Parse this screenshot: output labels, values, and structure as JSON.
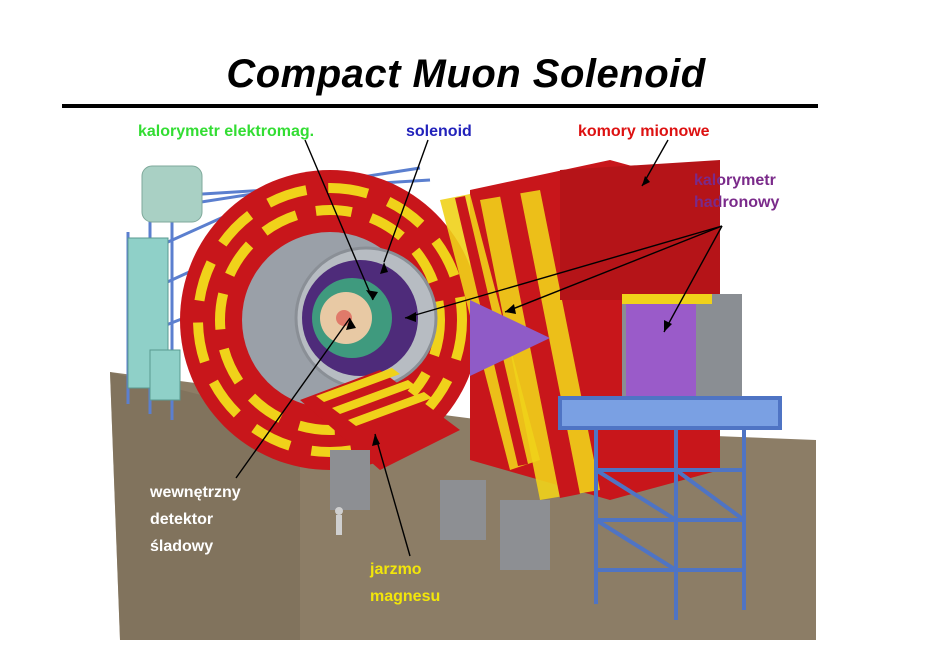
{
  "title": "Compact Muon Solenoid",
  "labels": {
    "ecal": "kalorymetr elektromag.",
    "solenoid": "solenoid",
    "muon": "komory mionowe",
    "hcal_line1": "kalorymetr",
    "hcal_line2": "hadronowy",
    "tracker_line1": "wewnętrzny",
    "tracker_line2": "detektor",
    "tracker_line3": "śladowy",
    "yoke_line1": "jarzmo",
    "yoke_line2": "magnesu"
  },
  "colors": {
    "ecal": "#33dd33",
    "solenoid": "#2222bb",
    "muon": "#dd1111",
    "hcal": "#7a2a8a",
    "tracker": "#ffffff",
    "yoke": "#f2e60a",
    "detector_red": "#d11a1a",
    "detector_yellow": "#f0d21a",
    "ground": "#8c7d66",
    "scaffold_blue": "#6f8fd6"
  }
}
